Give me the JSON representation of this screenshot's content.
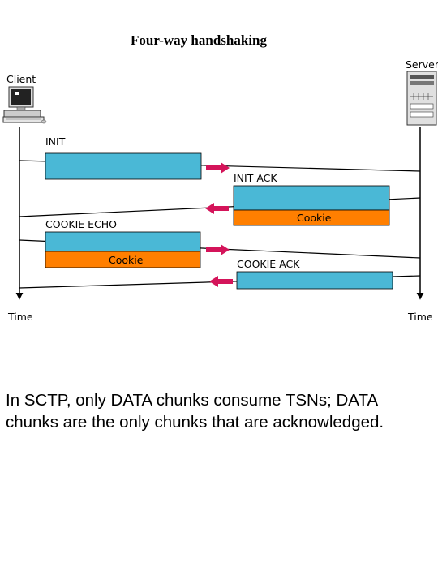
{
  "title": "Four-way handshaking",
  "diagram": {
    "client_label": "Client",
    "server_label": "Server",
    "time_left": "Time",
    "time_right": "Time",
    "messages": [
      {
        "label": "INIT",
        "direction": "client-to-server",
        "has_cookie": false
      },
      {
        "label": "INIT ACK",
        "direction": "server-to-client",
        "has_cookie": true
      },
      {
        "label": "COOKIE ECHO",
        "direction": "client-to-server",
        "has_cookie": true
      },
      {
        "label": "COOKIE ACK",
        "direction": "server-to-client",
        "has_cookie": false
      }
    ],
    "cookie_label": "Cookie",
    "colors": {
      "packet": "#4ab8d6",
      "cookie": "#ff7f00",
      "arrow": "#d4145a",
      "line": "#000000"
    }
  },
  "caption": "In SCTP, only DATA chunks consume TSNs; DATA chunks are the only chunks that are acknowledged."
}
